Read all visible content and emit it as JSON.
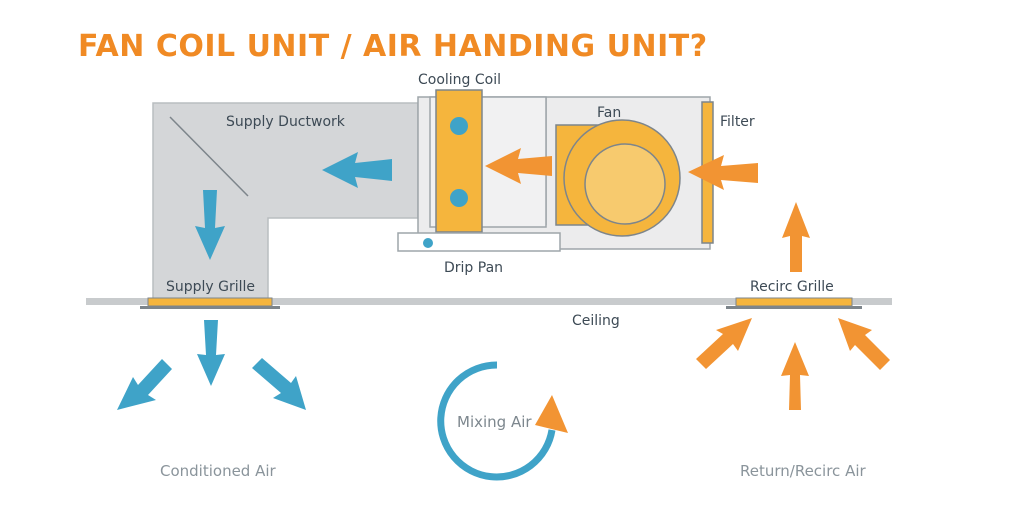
{
  "title": "FAN COIL UNIT / AIR HANDING UNIT?",
  "labels": {
    "cooling_coil": "Cooling Coil",
    "fan": "Fan",
    "filter": "Filter",
    "supply_ductwork": "Supply Ductwork",
    "drip_pan": "Drip Pan",
    "supply_grille": "Supply Grille",
    "recirc_grille": "Recirc Grille",
    "ceiling": "Ceiling",
    "mixing_air": "Mixing Air",
    "conditioned_air": "Conditioned Air",
    "return_air": "Return/Recirc Air"
  },
  "colors": {
    "title": "#f08a24",
    "orange": "#f29433",
    "yellow": "#f5b53d",
    "blue": "#3fa3c8",
    "duct": "#d4d6d8",
    "outline": "#9ea5aa",
    "ceiling": "#c8cbcd"
  }
}
